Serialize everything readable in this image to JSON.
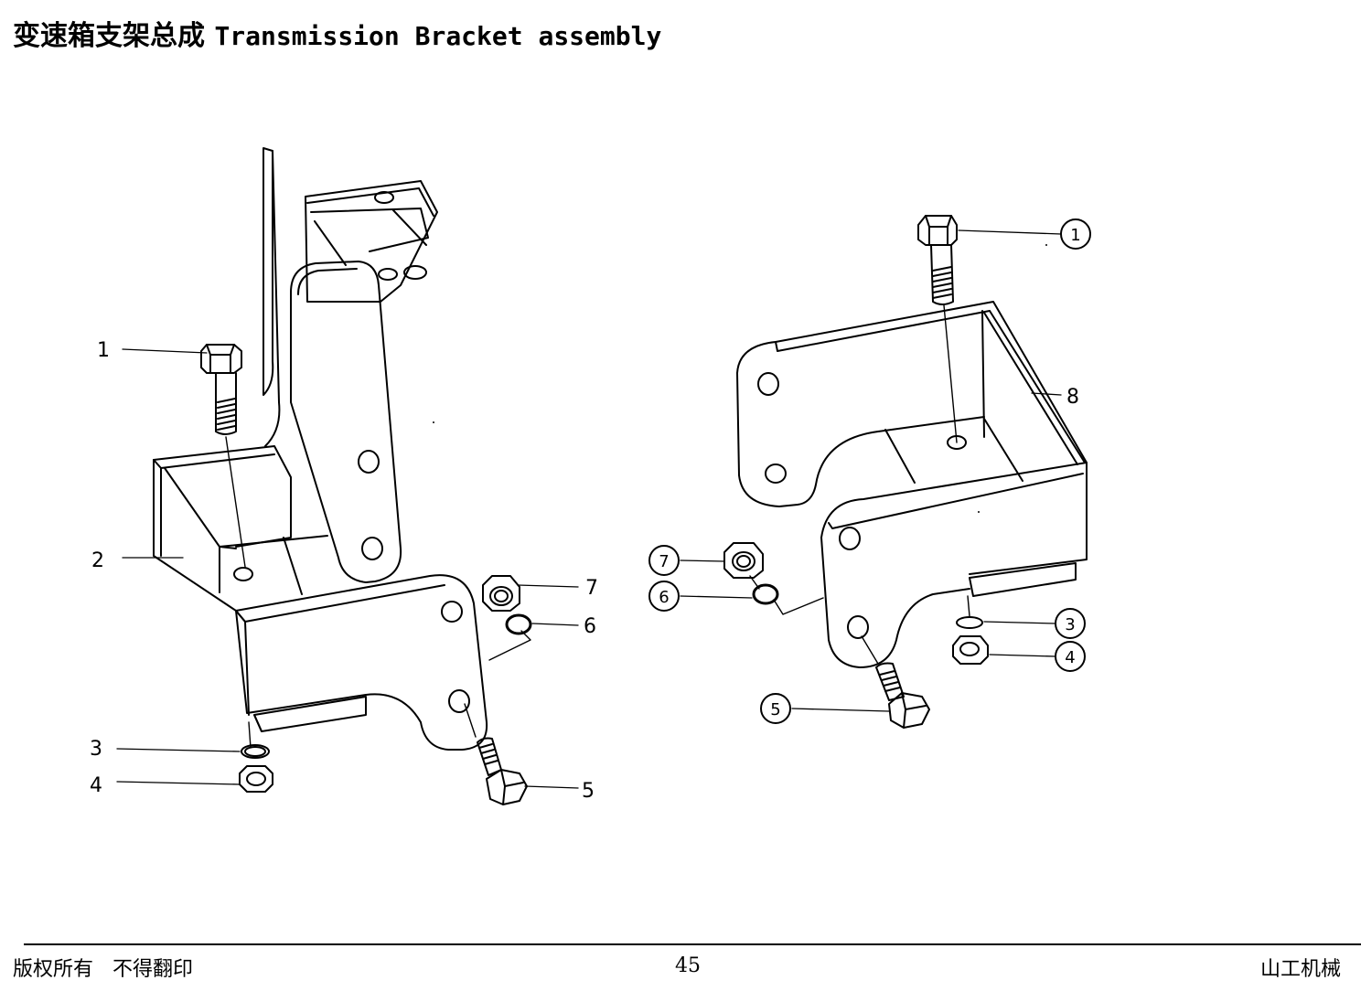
{
  "title": {
    "cn": "变速箱支架总成",
    "en": "Transmission Bracket assembly"
  },
  "left_view": {
    "callouts": [
      {
        "id": "1",
        "label": "1"
      },
      {
        "id": "2",
        "label": "2"
      },
      {
        "id": "3",
        "label": "3"
      },
      {
        "id": "4",
        "label": "4"
      },
      {
        "id": "5",
        "label": "5"
      },
      {
        "id": "6",
        "label": "6"
      },
      {
        "id": "7",
        "label": "7"
      }
    ]
  },
  "right_view": {
    "callouts": [
      {
        "id": "1",
        "label": "1"
      },
      {
        "id": "3",
        "label": "3"
      },
      {
        "id": "4",
        "label": "4"
      },
      {
        "id": "5",
        "label": "5"
      },
      {
        "id": "6",
        "label": "6"
      },
      {
        "id": "7",
        "label": "7"
      },
      {
        "id": "8",
        "label": "8"
      }
    ]
  },
  "footer": {
    "left": "版权所有   不得翻印",
    "page_number": "45",
    "right": "山工机械"
  }
}
